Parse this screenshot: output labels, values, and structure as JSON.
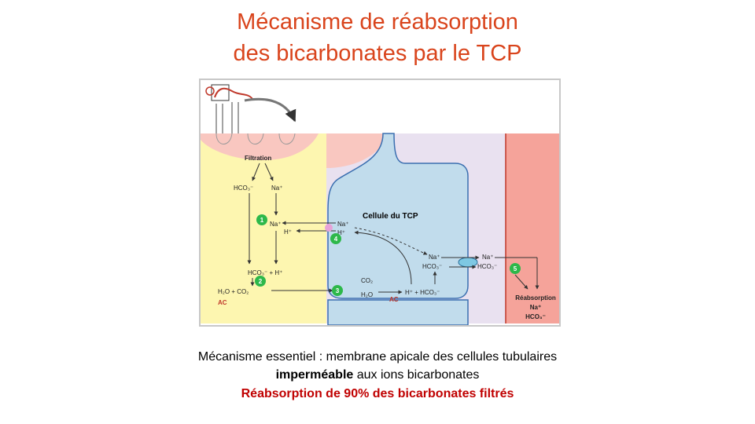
{
  "title": {
    "line1": "Mécanisme de réabsorption",
    "line2": "des bicarbonates par le TCP"
  },
  "diagram": {
    "filtration": "Filtration",
    "hco3": "HCO₃⁻",
    "na": "Na⁺",
    "h": "H⁺",
    "cell_label": "Cellule du TCP",
    "hco3_plus_h": "HCO₃⁻ + H⁺",
    "h2o_co2": "H₂O + CO₂",
    "ac": "AC",
    "co2": "CO₂",
    "h2o": "H₂O",
    "h_plus_hco3": "H⁺ + HCO₃⁻",
    "reabsorption": "Réabsorption",
    "badges": [
      "1",
      "2",
      "3",
      "4",
      "5"
    ],
    "colors": {
      "lumen": "#fdf6b0",
      "capillary": "#f9c7c0",
      "cell": "#c1dcec",
      "interstitium": "#e9e1f0",
      "vessel": "#f5a39a",
      "badge": "#2db84a",
      "ac": "#c0392b"
    }
  },
  "caption": {
    "line1": "Mécanisme essentiel : membrane apicale des cellules tubulaires",
    "line2_bold": "imperméable",
    "line2_rest": " aux ions bicarbonates",
    "line3": "Réabsorption de 90% des bicarbonates filtrés"
  }
}
